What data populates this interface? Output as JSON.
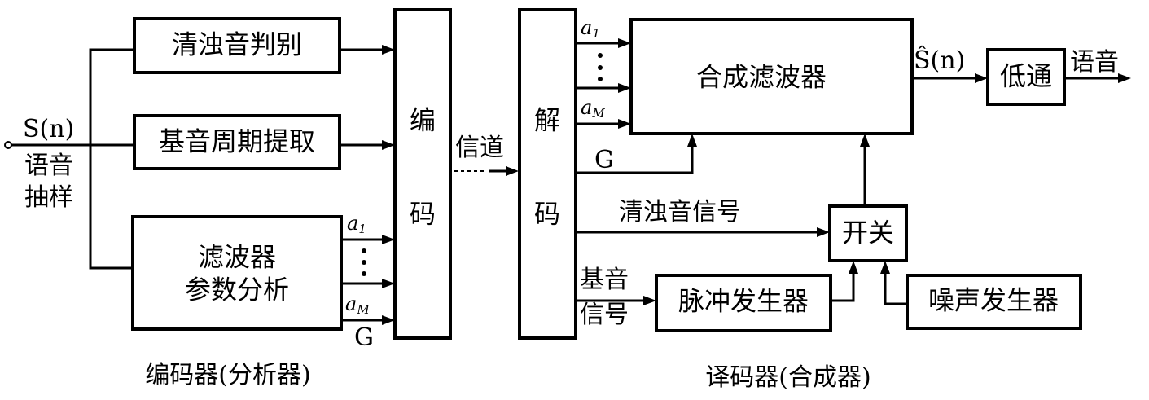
{
  "encoder": {
    "input_signal": "S(n)",
    "input_label_1": "语音",
    "input_label_2": "抽样",
    "voicing_box": "清浊音判别",
    "pitch_box": "基音周期提取",
    "filter_box_line1": "滤波器",
    "filter_box_line2": "参数分析",
    "a1_label": "a",
    "a1_sub": "1",
    "aM_label": "a",
    "aM_sub": "M",
    "g_label": "G",
    "coder_char1": "编",
    "coder_char2": "码",
    "caption": "编码器(分析器)"
  },
  "channel": {
    "label": "信道"
  },
  "decoder": {
    "decoder_char1": "解",
    "decoder_char2": "码",
    "a1_label": "a",
    "a1_sub": "1",
    "aM_label": "a",
    "aM_sub": "M",
    "g_label": "G",
    "synth_box": "合成滤波器",
    "voicing_signal": "清浊音信号",
    "switch_box": "开关",
    "pitch_signal_1": "基音",
    "pitch_signal_2": "信号",
    "pulse_box": "脉冲发生器",
    "noise_box": "噪声发生器",
    "output_signal": "Ŝ(n)",
    "lowpass_box": "低通",
    "output_label": "语音",
    "caption": "译码器(合成器)"
  }
}
